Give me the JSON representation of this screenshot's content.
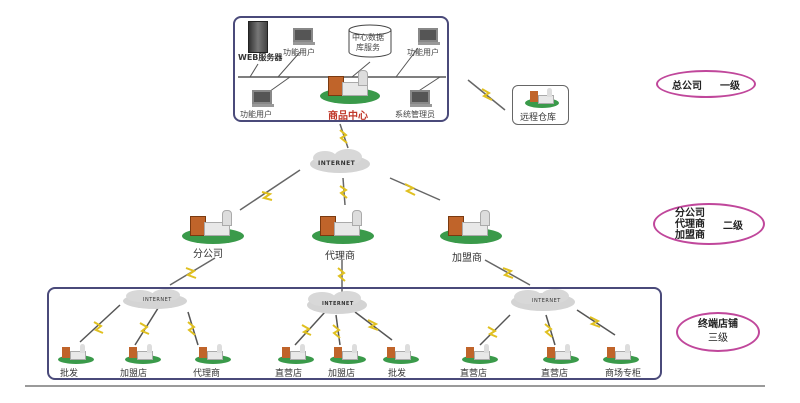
{
  "headquarters": {
    "server_label": "WEB服务器",
    "database_label_line1": "中心数据",
    "database_label_line2": "库服务",
    "user_top_left": "功能用户",
    "user_top_right": "功能用户",
    "user_bottom_left": "功能用户",
    "admin": "系统管理员",
    "center": "商品中心",
    "center_color": "#c0392b"
  },
  "remote_warehouse": "远程仓库",
  "internet_label": "INTERNET",
  "level2": {
    "nodes": [
      "分公司",
      "代理商",
      "加盟商"
    ]
  },
  "level3": {
    "groups": [
      {
        "cloud": "INTERNET",
        "stores": [
          "批发",
          "加盟店",
          "代理商"
        ]
      },
      {
        "cloud": "INTERNET",
        "stores": [
          "直营店",
          "加盟店",
          "批发"
        ]
      },
      {
        "cloud": "INTERNET",
        "stores": [
          "直营店",
          "直营店",
          "商场专柜"
        ]
      }
    ]
  },
  "legend": {
    "tier1": {
      "name": "总公司",
      "level": "一级"
    },
    "tier2": {
      "names": [
        "分公司",
        "代理商",
        "加盟商"
      ],
      "level": "二级"
    },
    "tier3": {
      "name": "终端店铺",
      "level": "三级"
    },
    "ellipse_color": "#c0479b"
  }
}
